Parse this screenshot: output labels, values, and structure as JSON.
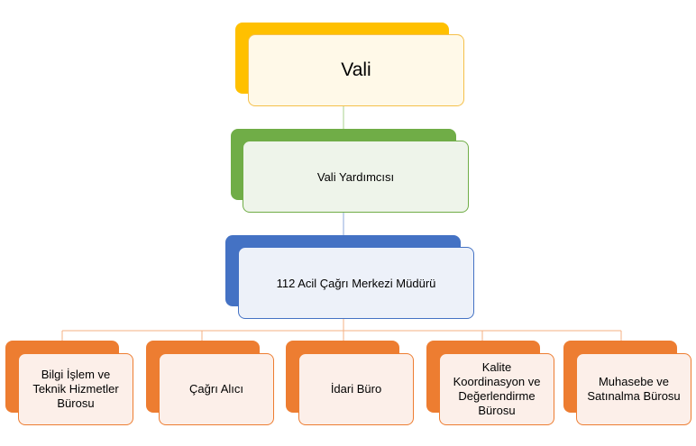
{
  "colors": {
    "yellow_back": "#FFC000",
    "yellow_border": "#F5C04A",
    "yellow_fill": "#FFF9E8",
    "green_back": "#70AD47",
    "green_border": "#70AD47",
    "green_fill": "#EEF4EA",
    "blue_back": "#4472C4",
    "blue_border": "#4472C4",
    "blue_fill": "#EDF1F9",
    "orange_back": "#ED7D31",
    "orange_border": "#ED7D31",
    "orange_fill": "#FCEFE9",
    "line_green": "#A9D18E",
    "line_blue": "#8EA9DB",
    "line_orange": "#F4B183"
  },
  "top": {
    "label": "Vali"
  },
  "deputy": {
    "label": "Vali Yardımcısı"
  },
  "director": {
    "label": "112 Acil Çağrı Merkezi Müdürü"
  },
  "units": [
    {
      "label": "Bilgi İşlem ve Teknik Hizmetler Bürosu"
    },
    {
      "label": "Çağrı Alıcı"
    },
    {
      "label": "İdari Büro"
    },
    {
      "label": "Kalite Koordinasyon ve Değerlendirme Bürosu"
    },
    {
      "label": "Muhasebe ve Satınalma Bürosu"
    }
  ]
}
